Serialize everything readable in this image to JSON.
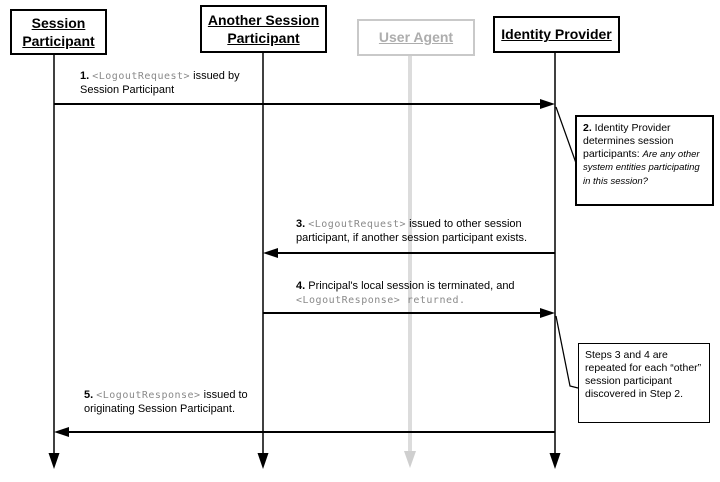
{
  "participants": [
    {
      "label": "Session\nParticipant"
    },
    {
      "label": "Another Session\nParticipant"
    },
    {
      "label": "User Agent"
    },
    {
      "label": "Identity Provider"
    }
  ],
  "steps": {
    "step1": {
      "num": "1.",
      "code": "<LogoutRequest>",
      "text": " issued by",
      "line2": "Session Participant"
    },
    "step3": {
      "num": "3.",
      "code": "<LogoutRequest>",
      "text": " issued to other session",
      "line2": "participant, if another session participant exists."
    },
    "step4": {
      "num": "4.",
      "text": " Principal's local session is terminated, and",
      "line2_code": "<LogoutResponse> returned."
    },
    "step5": {
      "num": "5.",
      "code": "<LogoutResponse>",
      "text": " issued to",
      "line2": "originating Session Participant."
    }
  },
  "notes": {
    "note2": {
      "num": "2.",
      "text": " Identity Provider determines session participants: ",
      "question": "Are any other system entities participating in this session?"
    },
    "note34": {
      "text": "Steps 3 and 4 are repeated for each “other” session participant discovered in Step 2."
    }
  },
  "colors": {
    "ink": "#000000",
    "code_gray": "#8a8a8a",
    "inactive_text": "#adadad",
    "inactive_border": "#c9c9c9",
    "inactive_line": "#dcdcdc",
    "inactive_arrowhead": "#cfcfcf"
  }
}
